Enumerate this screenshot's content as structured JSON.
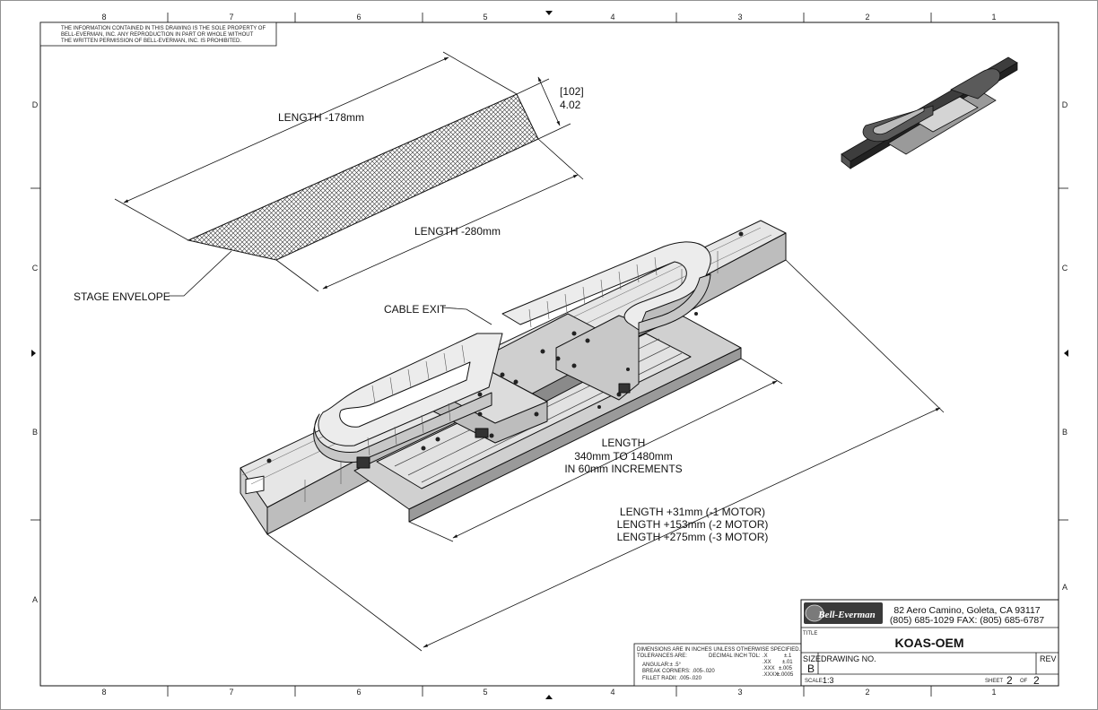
{
  "zones": {
    "columns": [
      "8",
      "7",
      "6",
      "5",
      "4",
      "3",
      "2",
      "1"
    ],
    "rows": [
      "D",
      "C",
      "B",
      "A"
    ]
  },
  "proprietary_note": [
    "THE INFORMATION CONTAINED IN THIS DRAWING IS THE SOLE PROPERTY OF",
    "BELL-EVERMAN, INC. ANY REPRODUCTION IN PART OR WHOLE WITHOUT",
    "THE WRITTEN PERMISSION OF BELL-EVERMAN, INC. IS PROHIBITED."
  ],
  "annotations": {
    "length_178": "LENGTH -178mm",
    "length_280": "LENGTH -280mm",
    "dim_102": "[102]",
    "dim_402": "4.02",
    "stage_envelope": "STAGE ENVELOPE",
    "cable_exit": "CABLE EXIT",
    "length_range": [
      "LENGTH",
      "340mm TO 1480mm",
      "IN 60mm INCREMENTS"
    ],
    "length_motor": [
      "LENGTH +31mm (-1 MOTOR)",
      "LENGTH +153mm (-2 MOTOR)",
      "LENGTH +275mm (-3 MOTOR)"
    ]
  },
  "tolerances": {
    "line1": "DIMENSIONS ARE IN INCHES UNLESS OTHERWISE SPECIFIED.",
    "tol_label": "TOLERANCES ARE:",
    "decimal_label": "DECIMAL INCH TOL:",
    "angular": "ANGULAR:± .5°",
    "break_corners": "BREAK CORNERS: .005-.020",
    "fillet_radii": "FILLET RADII: .005-.020",
    "x1": ".X",
    "x1v": "±.1",
    "x2": ".XX",
    "x2v": "±.01",
    "x3": ".XXX",
    "x3v": "±.005",
    "x4": ".XXXX",
    "x4v": "±.0005"
  },
  "title_block": {
    "logo": "Bell-Everman",
    "address_line1": "82 Aero Camino, Goleta, CA 93117",
    "address_line2": "(805) 685-1029 FAX: (805) 685-6787",
    "title_label": "TITLE",
    "title": "KOAS-OEM",
    "size_label": "SIZE",
    "size": "B",
    "drawing_no_label": "DRAWING NO.",
    "rev_label": "REV",
    "scale_label": "SCALE:",
    "scale": "1:3",
    "sheet_label": "SHEET",
    "sheet": "2",
    "of_label": "OF",
    "of": "2"
  },
  "colors": {
    "line": "#111111",
    "part_fill": "#d9d9d9",
    "part_dark": "#4a4a4a"
  }
}
